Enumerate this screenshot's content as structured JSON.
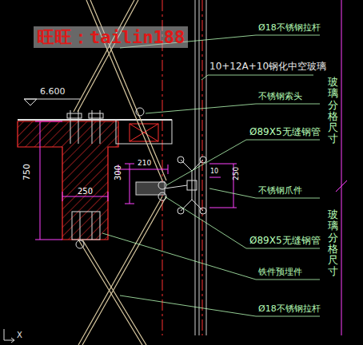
{
  "diagram": {
    "labels": [
      "旺旺：tailin188",
      "Ø18不锈钢拉杆",
      "10+12A+10钢化中空玻璃",
      "6.600",
      "不锈钢索头",
      "玻璃分格尺寸",
      "Ø89X5无缝钢管",
      "不锈钢爪件",
      "玻璃分格尺寸",
      "Ø89X5无缝钢管",
      "铁件预埋件",
      "Ø18不锈钢拉杆",
      "750",
      "300",
      "210",
      "250",
      "10",
      "250",
      "X"
    ]
  }
}
